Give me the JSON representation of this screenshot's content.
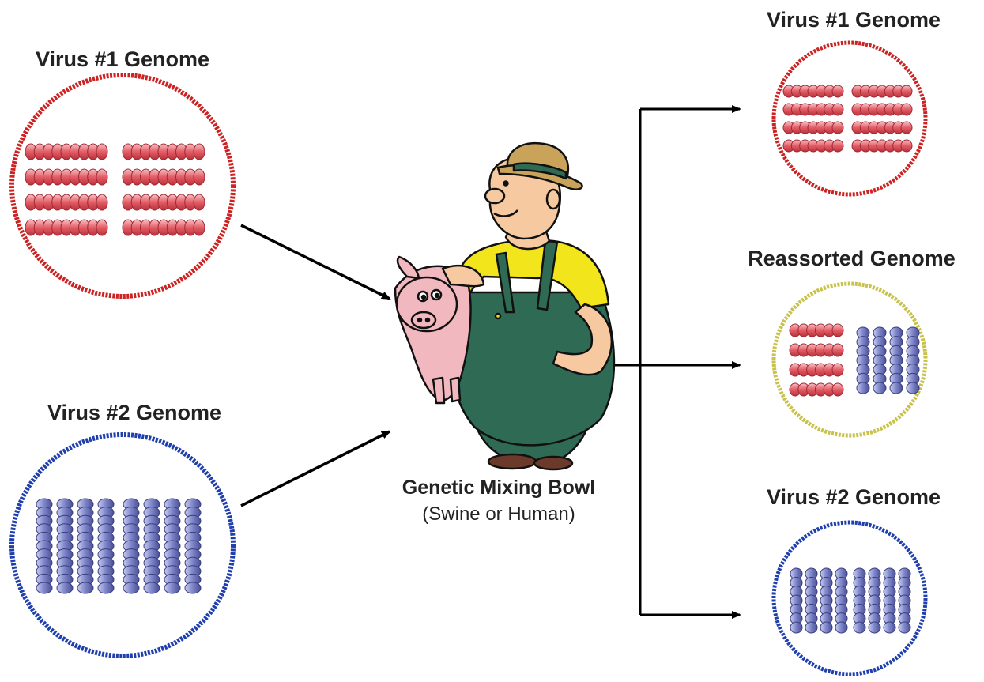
{
  "labels": {
    "input_virus1": "Virus #1 Genome",
    "input_virus2": "Virus #2 Genome",
    "host_title": "Genetic Mixing Bowl",
    "host_subtitle": "(Swine or Human)",
    "output_virus1": "Virus #1 Genome",
    "output_reassorted": "Reassorted Genome",
    "output_virus2": "Virus #2 Genome"
  },
  "colors": {
    "virus1": "#cc2222",
    "virus1_segment": "#e8606a",
    "virus2": "#1f3fae",
    "virus2_segment": "#7f86c8",
    "reassorted": "#c8c24a",
    "arrow": "#000000",
    "pig": "#f2b8c0",
    "overalls": "#2f6a55",
    "shirt": "#f3e51c",
    "skin": "#f6c9a1",
    "hat": "#c9a35a"
  },
  "icons": {
    "host": "farmer-holding-pig-icon",
    "virus1_segments": "red-coil-segment-icon",
    "virus2_segments": "blue-coil-segment-icon"
  }
}
